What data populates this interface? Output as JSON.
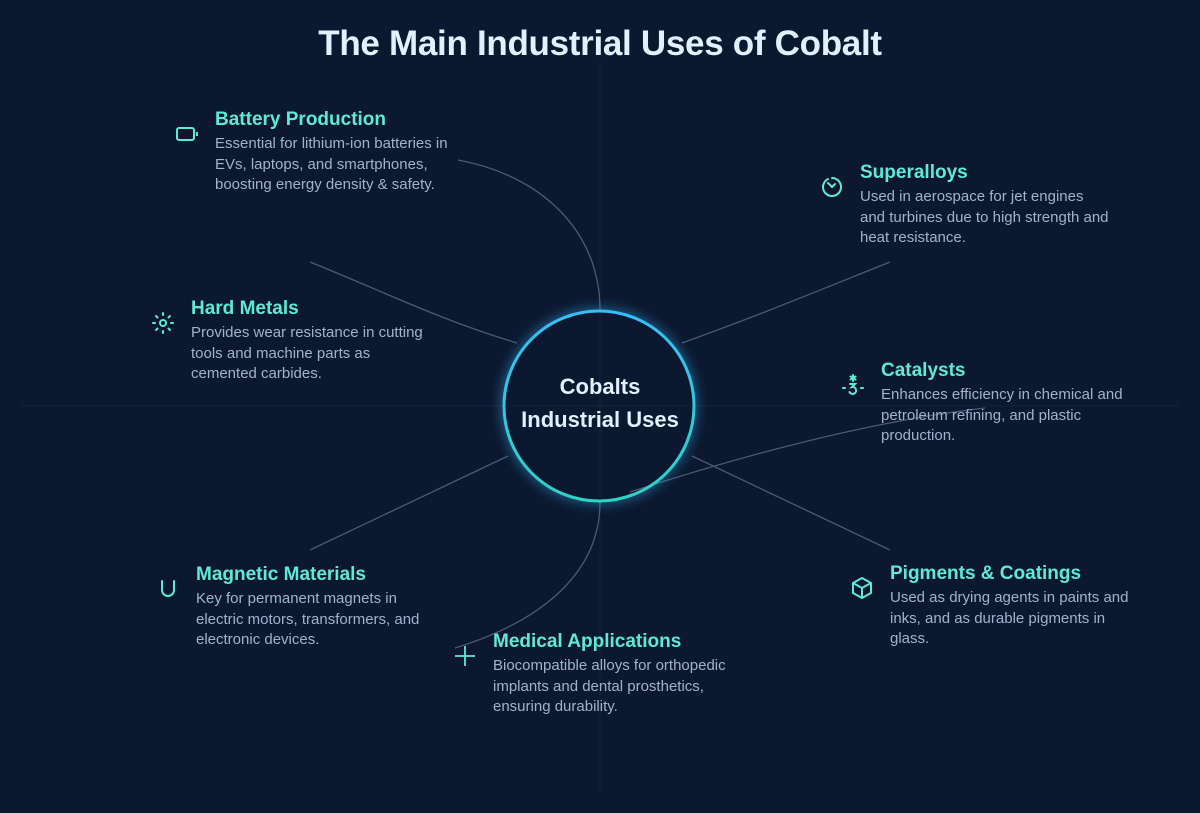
{
  "title": "The Main Industrial Uses of Cobalt",
  "hub": {
    "line1": "Cobalts",
    "line2": "Industrial Uses"
  },
  "colors": {
    "background": "#0c1830",
    "title": "#e3f0ff",
    "heading": "#5eead4",
    "body": "#a3b1cc",
    "ring_top": "#38bdf8",
    "ring_bottom": "#2dd4bf",
    "connector": "#4b5a75"
  },
  "nodes": [
    {
      "icon": "battery-icon",
      "title": "Battery Production",
      "description": "Essential for lithium-ion batteries in EVs, laptops, and smartphones, boosting energy density & safety."
    },
    {
      "icon": "gauge-icon",
      "title": "Superalloys",
      "description": "Used in aerospace for jet engines and turbines due to high strength and heat resistance."
    },
    {
      "icon": "sun-icon",
      "title": "Hard Metals",
      "description": "Provides wear resistance in cutting tools and machine parts as cemented carbides."
    },
    {
      "icon": "catalyst-icon",
      "title": "Catalysts",
      "description": "Enhances efficiency in chemical and petroleum refining, and plastic production."
    },
    {
      "icon": "magnet-icon",
      "title": "Magnetic Materials",
      "description": "Key for permanent magnets in electric motors, transformers, and electronic devices."
    },
    {
      "icon": "cube-icon",
      "title": "Pigments & Coatings",
      "description": "Used as drying agents in paints and inks, and as durable pigments in glass."
    },
    {
      "icon": "plus-icon",
      "title": "Medical Applications",
      "description": "Biocompatible alloys for orthopedic implants and dental prosthetics, ensuring durability."
    }
  ]
}
